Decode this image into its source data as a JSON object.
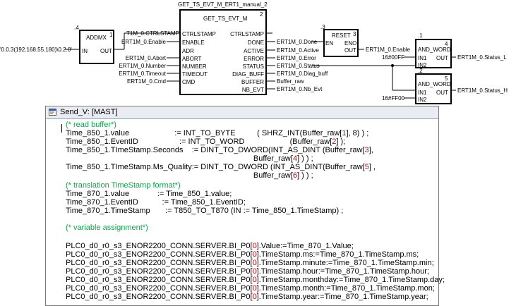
{
  "fbd": {
    "top_label": "GET_TS_EVT_M_ERT1_manual_2",
    "addmx": {
      "order": ".4",
      "name": "ADDMX",
      "corner": "1",
      "in_pin": "IN",
      "out_pin": "OUT",
      "in_var": "'0.0.3(192.168.55.180)\\0.2.0'"
    },
    "get_ts": {
      "name": "GET_TS_EVT_M",
      "corner": "2",
      "inputs": [
        "CTRLSTAMP",
        "ENABLE",
        "ADR",
        "ABORT",
        "NUMBER",
        "TIMEOUT",
        "CMD"
      ],
      "outputs": [
        "CTRLSTAMP",
        "DONE",
        "ACTIVE",
        "ERROR",
        "STATUS",
        "DIAG_BUFF",
        "BUFFER",
        "NB_EVT"
      ],
      "in_vars": [
        "T1M_0.CTRLSTAMP",
        "ERT1M_0.Enable",
        "",
        "ERT1M_0.Abort",
        "ERT1M_0.Number",
        "ERT1M_0.Timeout",
        "ERT1M_0.Cmd"
      ],
      "out_vars": [
        "",
        "ERT1M_0.Done",
        "ERT1M_0.Active",
        "ERT1M_0.Error",
        "ERT1M_0.Status",
        "ERT1M_0.Diag_buff",
        "Buffer_raw",
        "ERT1M_0.Nb_Evt"
      ]
    },
    "reset": {
      "order": ".3",
      "name": "RESET",
      "corner": "3",
      "en": "EN",
      "eno": "ENO",
      "out": "OUT",
      "out_var": "ERT1M_0.Enable"
    },
    "and1": {
      "order": ".1",
      "name": "AND_WORD",
      "corner": "4",
      "in1": "IN1",
      "in2": "IN2",
      "out": "OUT",
      "in2_var": "16#00FF",
      "out_var": "ERT1M_0.Status_L"
    },
    "and2": {
      "order": ".2",
      "name": "AND_WORD",
      "corner": "5",
      "in1": "IN1",
      "in2": "IN2",
      "out": "OUT",
      "in2_var": "16#FF00",
      "out_var": "ERT1M_0.Status_H"
    }
  },
  "editor": {
    "title": "Send_V: [MAST]",
    "lines": [
      [
        {
          "c": "cm",
          "t": "(* read buffer*)"
        }
      ],
      [
        {
          "t": "Time_850_1.value                     := INT_TO_BYTE          ( SHRZ_INT(Buffer_raw["
        },
        {
          "c": "num",
          "t": "1"
        },
        {
          "t": "], 8) ) ;"
        }
      ],
      [
        {
          "t": "Time_850_1.EventID                   := INT_TO_WORD                     (Buffer_raw["
        },
        {
          "c": "num",
          "t": "2"
        },
        {
          "t": "] );"
        }
      ],
      [
        {
          "t": "Time_850_1.TImeStamp.Seconds    := DINT_TO_DWORD(INT_AS_DINT (Buffer_raw["
        },
        {
          "c": "num",
          "t": "3"
        },
        {
          "t": "],"
        }
      ],
      [
        {
          "t": "                                                                                       Buffer_raw["
        },
        {
          "c": "num",
          "t": "4"
        },
        {
          "t": "] ) ) ;"
        }
      ],
      [
        {
          "t": "Time_850_1.TImeStamp.Ms_Quality:= DINT_TO_DWORD (INT_AS_DINT(Buffer_raw["
        },
        {
          "c": "num",
          "t": "5"
        },
        {
          "t": "] ,"
        }
      ],
      [
        {
          "t": "                                                                                       Buffer_raw["
        },
        {
          "c": "num",
          "t": "6"
        },
        {
          "t": "] ) ) ;"
        }
      ],
      [
        {
          "c": "cm",
          "t": "(* translation TimeStamp format*)"
        }
      ],
      [
        {
          "t": "Time_870_1.value             := Time_850_1.value;"
        }
      ],
      [
        {
          "t": "Time_870_1.EventID           := Time_850_1.EventID;"
        }
      ],
      [
        {
          "t": "Time_870_1.TimeStamp       := T850_TO_T870 (IN := Time_850_1.TimeStamp) ;"
        }
      ],
      [
        {
          "t": ""
        }
      ],
      [
        {
          "c": "cm",
          "t": "(* variable assignment*)"
        }
      ],
      [
        {
          "t": ""
        }
      ],
      [
        {
          "t": "PLC0_d0_r0_s3_ENOR2200_CONN.SERVER.BI_P0["
        },
        {
          "c": "num",
          "t": "0"
        },
        {
          "t": "].Value:=Time_870_1.Value;"
        }
      ],
      [
        {
          "t": "PLC0_d0_r0_s3_ENOR2200_CONN.SERVER.BI_P0["
        },
        {
          "c": "num",
          "t": "0"
        },
        {
          "t": "].TimeStamp.ms:=Time_870_1.TimeStamp.ms;"
        }
      ],
      [
        {
          "t": "PLC0_d0_r0_s3_ENOR2200_CONN.SERVER.BI_P0["
        },
        {
          "c": "num",
          "t": "0"
        },
        {
          "t": "].TimeStamp.minute:=Time_870_1.TimeStamp.min;"
        }
      ],
      [
        {
          "t": "PLC0_d0_r0_s3_ENOR2200_CONN.SERVER.BI_P0["
        },
        {
          "c": "num",
          "t": "0"
        },
        {
          "t": "].TimeStamp.hour:=Time_870_1.TimeStamp.hour;"
        }
      ],
      [
        {
          "t": "PLC0_d0_r0_s3_ENOR2200_CONN.SERVER.BI_P0["
        },
        {
          "c": "num",
          "t": "0"
        },
        {
          "t": "].TimeStamp.monthday:=Time_870_1.TimeStamp.day;"
        }
      ],
      [
        {
          "t": "PLC0_d0_r0_s3_ENOR2200_CONN.SERVER.BI_P0["
        },
        {
          "c": "num",
          "t": "0"
        },
        {
          "t": "].TimeStamp.month:=Time_870_1.TimeStamp.mon;"
        }
      ],
      [
        {
          "t": "PLC0_d0_r0_s3_ENOR2200_CONN.SERVER.BI_P0["
        },
        {
          "c": "num",
          "t": "0"
        },
        {
          "t": "].TimeStamp.year:=Time_870_1.TimeStamp.year;"
        }
      ]
    ]
  },
  "colors": {
    "comment": "#13a34a",
    "number": "#d10000",
    "titlebar": "#e9edf3"
  }
}
